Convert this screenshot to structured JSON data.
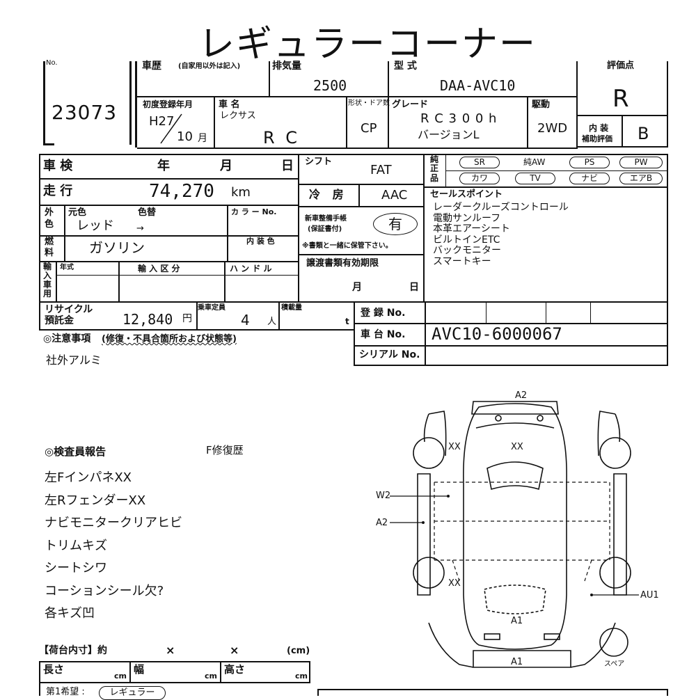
{
  "title": "レギュラーコーナー",
  "lot": {
    "label": "No.",
    "number": "23073"
  },
  "history": {
    "label": "車歴",
    "note": "(自家用以外は記入)"
  },
  "displacement": {
    "label": "排気量",
    "value": "2500"
  },
  "model_code": {
    "label": "型 式",
    "value": "DAA-AVC10"
  },
  "score": {
    "label": "評価点",
    "value": "R"
  },
  "first_reg": {
    "label": "初度登録年月",
    "year": "H27",
    "month": "10",
    "month_unit": "月"
  },
  "car_name": {
    "label": "車 名",
    "maker": "レクサス",
    "model": "R C"
  },
  "shape": {
    "label": "形状・ドア数",
    "value": "CP"
  },
  "grade": {
    "label": "グレード",
    "line1": "R C 3 0 0 h",
    "line2": "バージョンL"
  },
  "drive": {
    "label": "駆動",
    "value": "2WD"
  },
  "interior": {
    "label_line1": "内 装",
    "label_line2": "補助評価",
    "value": "B"
  },
  "inspection": {
    "label": "車 検",
    "year": "年",
    "month": "月",
    "day": "日"
  },
  "shift": {
    "label": "シフト",
    "value": "FAT"
  },
  "equip": {
    "label_line1": "純",
    "label_line2": "正",
    "label_line3": "品",
    "sr": "SR",
    "aw": "純AW",
    "ps": "PS",
    "pw": "PW",
    "leather": "カワ",
    "tv": "TV",
    "navi": "ナビ",
    "airbag": "エアB"
  },
  "mileage": {
    "label": "走 行",
    "value": "74,270",
    "unit": "km"
  },
  "aircon": {
    "label": "冷 房",
    "value": "AAC"
  },
  "sales": {
    "label": "セールスポイント",
    "items": [
      "レーダークルーズコントロール",
      "電動サンルーフ",
      "本革エアーシート",
      "ビルトインETC",
      "バックモニター",
      "スマートキー"
    ]
  },
  "color": {
    "label_line1": "外",
    "label_line2": "色",
    "orig_label": "元色",
    "change_label": "色替",
    "no_label": "カ ラ ー No.",
    "value": "レッド",
    "arrow": "→"
  },
  "warranty": {
    "label_line1": "新車整備手帳",
    "label_line2": "(保証書付)",
    "value": "有",
    "note": "※書類と一緒に保管下さい。"
  },
  "fuel": {
    "label_line1": "燃",
    "label_line2": "料",
    "value": "ガソリン",
    "int_color_label": "内 装 色"
  },
  "import": {
    "label_chars": [
      "輸",
      "入",
      "車",
      "用"
    ],
    "year_label": "年式",
    "type_label": "輸 入 区 分",
    "handle_label": "ハ ン ド ル"
  },
  "transfer": {
    "label": "譲渡書類有効期限",
    "month": "月",
    "day": "日"
  },
  "recycle": {
    "label_line1": "リサイクル",
    "label_line2": "預託金",
    "value": "12,840",
    "unit": "円"
  },
  "capacity": {
    "label": "乗車定員",
    "value": "4",
    "unit": "人"
  },
  "load": {
    "label": "積載量",
    "unit": "t"
  },
  "registration": {
    "label": "登 録 No."
  },
  "chassis": {
    "label": "車 台 No.",
    "value": "AVC10-6000067"
  },
  "serial": {
    "label": "シリアル No."
  },
  "notes": {
    "label": "◎注意事項",
    "sub": "(修復・不具合箇所および状態等)",
    "text": "社外アルミ"
  },
  "inspector": {
    "label": "◎検査員報告",
    "repair": "F修復歴",
    "items": [
      "左FインパネXX",
      "左RフェンダーXX",
      "ナビモニタークリアヒビ",
      "トリムキズ",
      "シートシワ",
      "コーションシール欠?",
      "各キズ凹"
    ]
  },
  "cargo": {
    "label": "【荷台内寸】約",
    "x1": "×",
    "x2": "×",
    "unit": "(cm)",
    "length": "長さ",
    "width": "幅",
    "height": "高さ",
    "cm": "cm"
  },
  "hope": {
    "label": "第1希望 :",
    "value": "レギュラー"
  },
  "diagram": {
    "top": "A2",
    "w2": "W2",
    "a2_left": "A2",
    "xx_fl": "XX",
    "xx_roof": "XX",
    "xx_rl": "XX",
    "a1_inner": "A1",
    "a1_bottom": "A1",
    "au1": "AU1",
    "spare": "スペア"
  }
}
